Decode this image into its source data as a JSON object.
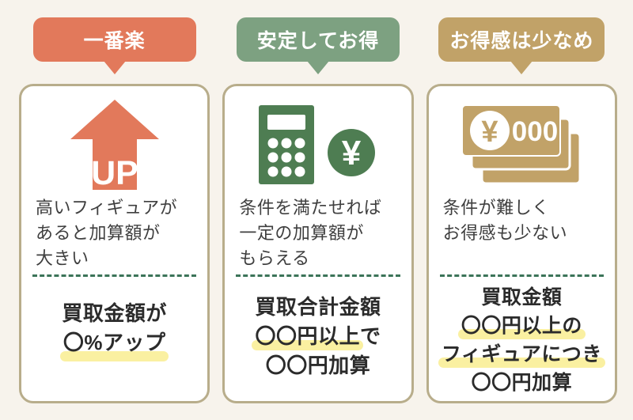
{
  "colors": {
    "background": "#f7f3ec",
    "card_background": "#ffffff",
    "card_border": "#b8ad8b",
    "description_text": "#3f3f3f",
    "result_text": "#2b2b2b",
    "divider_green": "#3c7459",
    "highlight_yellow": "#faf0a1",
    "coral": "#e2795b",
    "bubble_green": "#7da181",
    "icon_green": "#4e7d52",
    "tan": "#c1a268",
    "white": "#ffffff"
  },
  "columns": [
    {
      "id": "easy",
      "bubble": "一番楽",
      "accent_color": "#e2795b",
      "icon": "up-arrow-icon",
      "icon_text": "UP",
      "description": [
        "高いフィギュアが",
        "あると加算額が",
        "大きい"
      ],
      "result": [
        {
          "text": "買取金額が"
        },
        {
          "highlight": "〇%アップ"
        }
      ]
    },
    {
      "id": "stable",
      "bubble": "安定してお得",
      "accent_color": "#7da181",
      "icon": "calculator-yen-icon",
      "yen_symbol": "¥",
      "description": [
        "条件を満たせれば",
        "一定の加算額が",
        "もらえる"
      ],
      "result": [
        {
          "text": "買取合計金額"
        },
        {
          "highlight": "〇〇円以上",
          "tail": "で"
        },
        {
          "text": "〇〇円加算"
        }
      ]
    },
    {
      "id": "low",
      "bubble": "お得感は少なめ",
      "accent_color": "#c1a268",
      "icon": "banknotes-icon",
      "yen_symbol": "¥",
      "zeros": "000",
      "description": [
        "条件が難しく",
        "お得感も少ない"
      ],
      "result": [
        {
          "text": "買取金額"
        },
        {
          "highlight": "〇〇円以上の"
        },
        {
          "highlight": "フィギュアにつき"
        },
        {
          "text": "〇〇円加算"
        }
      ]
    }
  ]
}
